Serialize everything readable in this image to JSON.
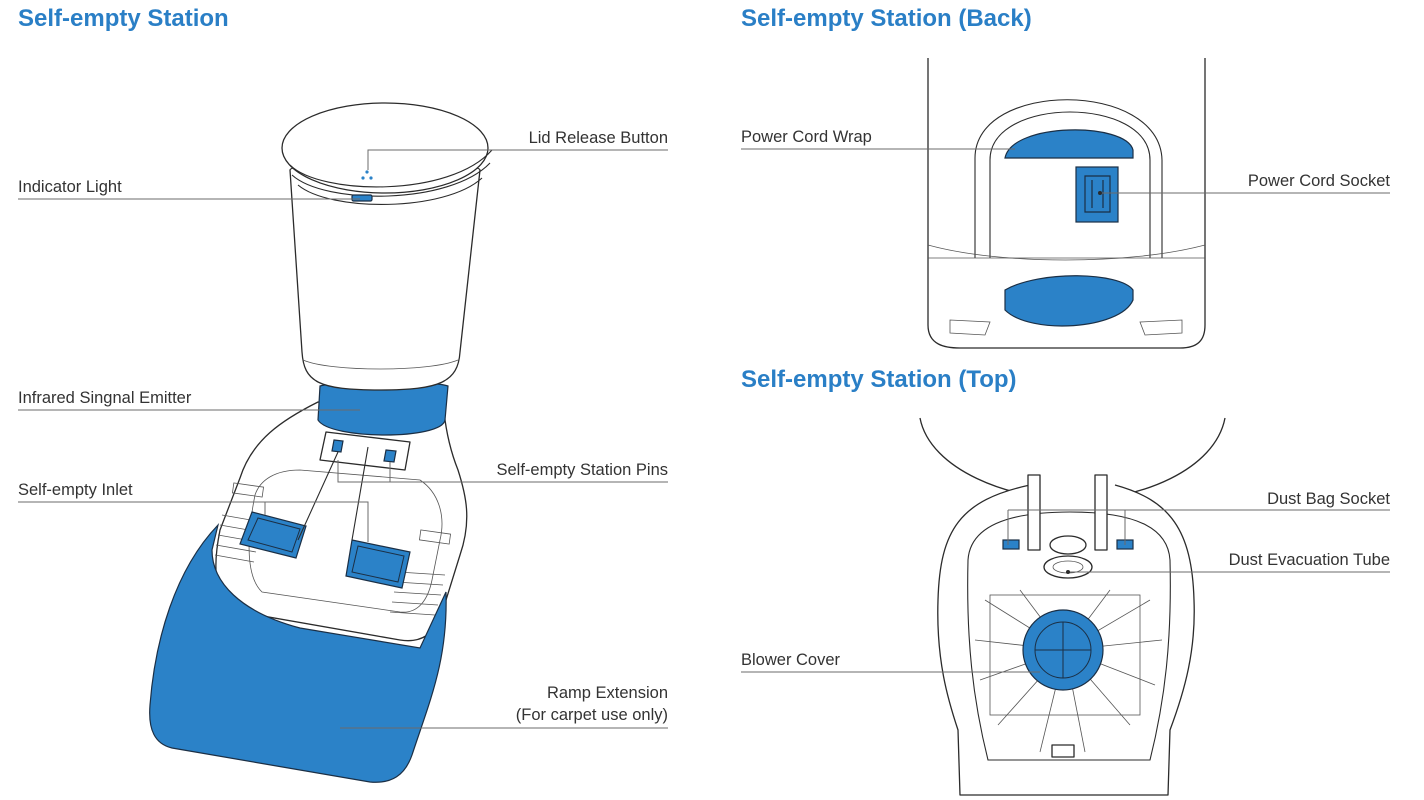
{
  "colors": {
    "accent": "#2b82c8",
    "title": "#2a7fc6",
    "outline": "#2b2b2b",
    "text": "#333333"
  },
  "panels": {
    "front": {
      "title": "Self-empty Station",
      "labels": {
        "lid_release_button": "Lid Release Button",
        "indicator_light": "Indicator Light",
        "infrared_emitter": "Infrared Singnal Emitter",
        "station_pins": "Self-empty Station Pins",
        "self_empty_inlet": "Self-empty Inlet",
        "ramp_extension_line1": "Ramp Extension",
        "ramp_extension_line2": "(For carpet use only)"
      }
    },
    "back": {
      "title": "Self-empty Station (Back)",
      "labels": {
        "power_cord_wrap": "Power Cord Wrap",
        "power_cord_socket": "Power Cord Socket"
      }
    },
    "top": {
      "title": "Self-empty Station (Top)",
      "labels": {
        "dust_bag_socket": "Dust Bag Socket",
        "dust_evacuation_tube": "Dust Evacuation Tube",
        "blower_cover": "Blower Cover"
      }
    }
  }
}
